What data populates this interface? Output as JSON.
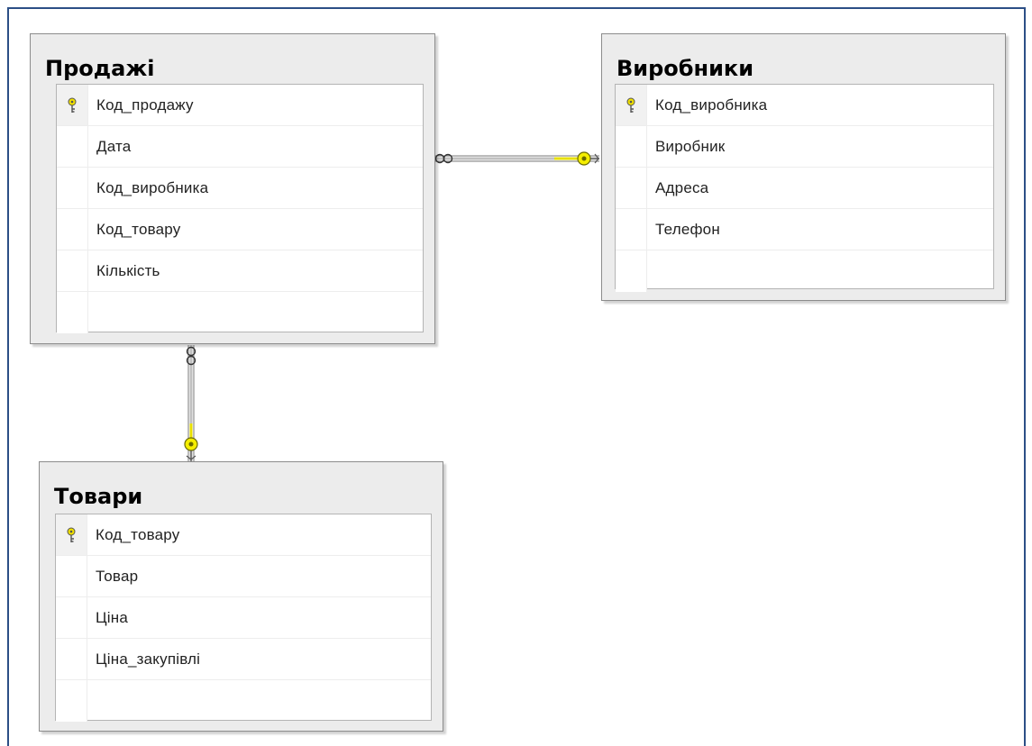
{
  "tables": [
    {
      "title": "Продажі",
      "fields": [
        {
          "name": "Код_продажу",
          "primary_key": true
        },
        {
          "name": "Дата",
          "primary_key": false
        },
        {
          "name": "Код_виробника",
          "primary_key": false
        },
        {
          "name": "Код_товару",
          "primary_key": false
        },
        {
          "name": "Кількість",
          "primary_key": false
        }
      ]
    },
    {
      "title": "Виробники",
      "fields": [
        {
          "name": "Код_виробника",
          "primary_key": true
        },
        {
          "name": "Виробник",
          "primary_key": false
        },
        {
          "name": "Адреса",
          "primary_key": false
        },
        {
          "name": "Телефон",
          "primary_key": false
        }
      ]
    },
    {
      "title": "Товари",
      "fields": [
        {
          "name": "Код_товару",
          "primary_key": true
        },
        {
          "name": "Товар",
          "primary_key": false
        },
        {
          "name": "Ціна",
          "primary_key": false
        },
        {
          "name": "Ціна_закупівлі",
          "primary_key": false
        }
      ]
    }
  ],
  "relationships": [
    {
      "from": "Продажі",
      "to": "Виробники",
      "from_end": "many",
      "to_end": "one"
    },
    {
      "from": "Продажі",
      "to": "Товари",
      "from_end": "many",
      "to_end": "one"
    }
  ],
  "colors": {
    "frame": "#2c4f86",
    "key": "#e8e000",
    "link": "#c8c8c8"
  }
}
